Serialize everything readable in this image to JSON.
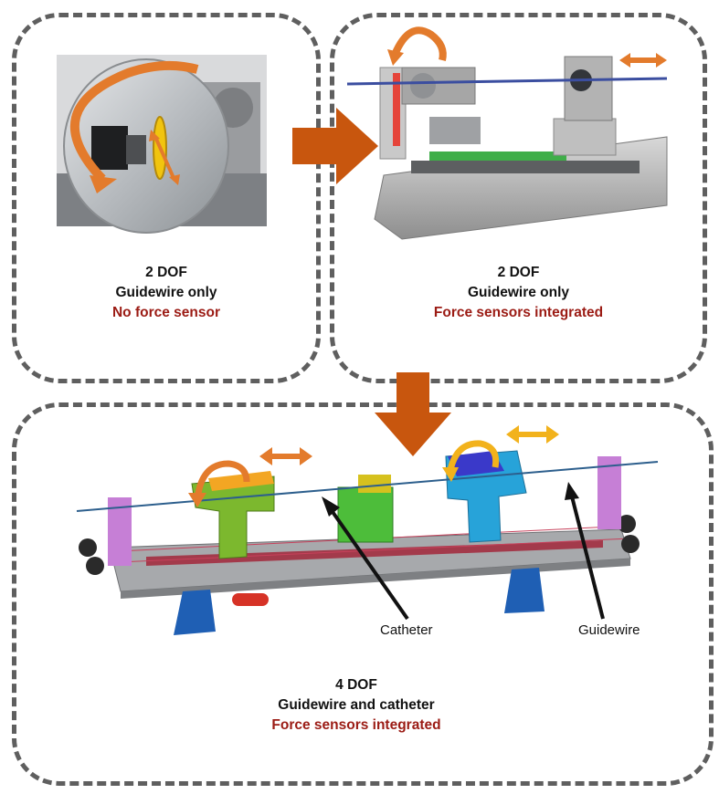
{
  "panels": [
    {
      "dof": "2 DOF",
      "scope": "Guidewire only",
      "sensor": "No force sensor"
    },
    {
      "dof": "2 DOF",
      "scope": "Guidewire only",
      "sensor": "Force sensors integrated"
    },
    {
      "dof": "4 DOF",
      "scope": "Guidewire and catheter",
      "sensor": "Force sensors integrated"
    }
  ],
  "labels": {
    "catheter": "Catheter",
    "guidewire": "Guidewire"
  },
  "colors": {
    "flow_arrow": "#c8560e",
    "motion_arrow": "#e37b2c",
    "slide_arrow": "#f2b21c",
    "sensor_text": "#9b1b14",
    "border": "#5f5f5f"
  }
}
